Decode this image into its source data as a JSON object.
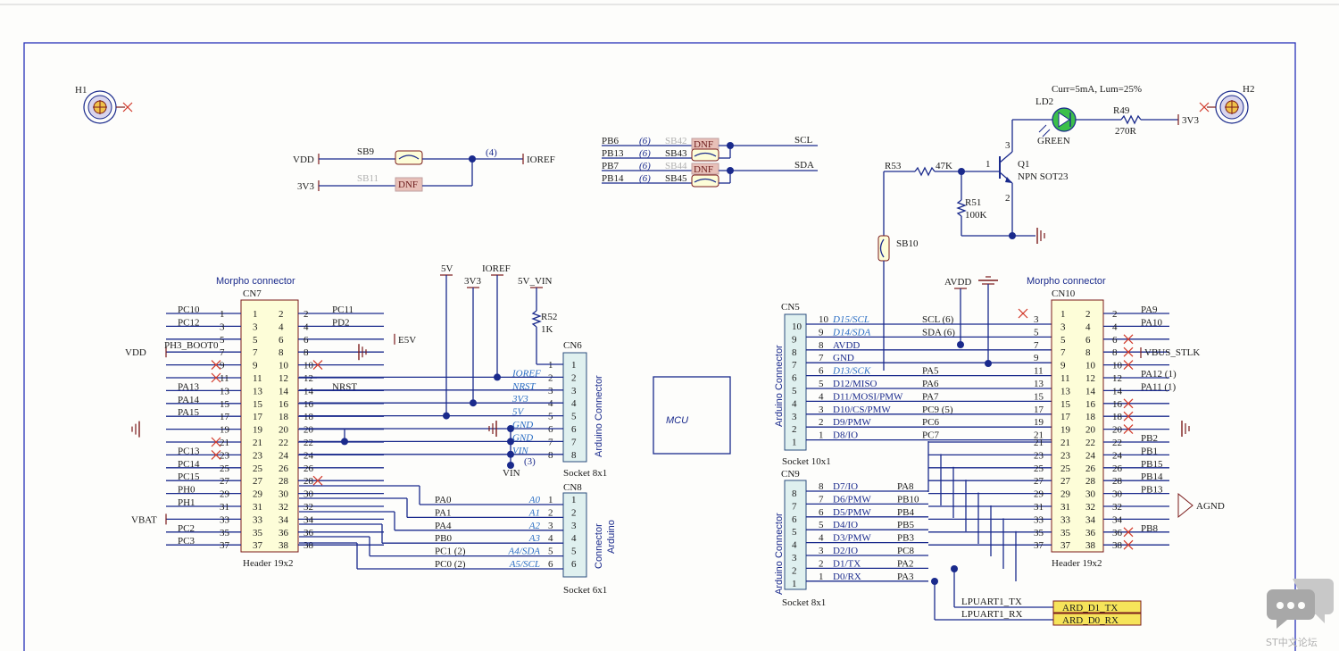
{
  "mounting_holes": {
    "h1": "H1",
    "h2": "H2"
  },
  "power_block": {
    "vdd": "VDD",
    "sb9": "SB9",
    "ref": "(4)",
    "ioref": "IOREF",
    "v3": "3V3",
    "sb11": "SB11",
    "dnf": "DNF"
  },
  "i2c_block": {
    "pb6": "PB6",
    "pb13": "PB13",
    "pb7": "PB7",
    "pb14": "PB14",
    "ref6": "(6)",
    "sb42": "SB42",
    "sb43": "SB43",
    "sb44": "SB44",
    "sb45": "SB45",
    "dnf": "DNF",
    "scl": "SCL",
    "sda": "SDA"
  },
  "led_block": {
    "curr": "Curr=5mA, Lum=25%",
    "ld2": "LD2",
    "green": "GREEN",
    "r49": "R49",
    "r49_val": "270R",
    "v3": "3V3",
    "r53": "R53",
    "r53_val": "47K",
    "pin1": "1",
    "pin2": "2",
    "pin3": "3",
    "q1": "Q1",
    "q1_type": "NPN SOT23",
    "r51": "R51",
    "r51_val": "100K",
    "sb10": "SB10"
  },
  "cn7": {
    "title": "Morpho connector",
    "ref": "CN7",
    "footer": "Header 19x2",
    "left_nets": [
      "PC10",
      "PC12",
      "",
      "VDD",
      "",
      "",
      "PA13",
      "PA14",
      "PA15",
      "",
      "",
      "PC13",
      "PC14",
      "PC15",
      "PH0",
      "PH1",
      "VBAT",
      "PC2",
      "PC3"
    ],
    "right_nets": [
      "PC11",
      "PD2",
      "",
      "E5V",
      "",
      "",
      "NRST",
      "",
      "",
      "",
      "",
      "",
      "",
      "",
      "",
      "",
      "",
      "",
      ""
    ],
    "boot": "PH3_BOOT0"
  },
  "top_power": {
    "v5": "5V",
    "v3": "3V3",
    "ioref": "IOREF",
    "v5_vin": "5V_VIN",
    "r52": "R52",
    "r52_val": "1K"
  },
  "cn6": {
    "ref": "CN6",
    "title": "Arduino Connector",
    "footer": "Socket 8x1",
    "pins": [
      "IOREF",
      "NRST",
      "3V3",
      "5V",
      "GND",
      "GND",
      "VIN"
    ],
    "vin": "VIN",
    "ref3": "(3)"
  },
  "cn8": {
    "ref": "CN8",
    "title1": "Arduino",
    "title2": "Connector",
    "footer": "Socket 6x1",
    "nets": [
      "PA0",
      "PA1",
      "PA4",
      "PB0",
      "PC1 (2)",
      "PC0 (2)"
    ],
    "pins": [
      "A0",
      "A1",
      "A2",
      "A3",
      "A4/SDA",
      "A5/SCL"
    ]
  },
  "mcu": {
    "label": "MCU"
  },
  "cn5": {
    "ref": "CN5",
    "title": "Arduino Connector",
    "footer": "Socket 10x1",
    "pins": [
      "D15/SCL",
      "D14/SDA",
      "AVDD",
      "GND",
      "D13/SCK",
      "D12/MISO",
      "D11/MOSI/PMW",
      "D10/CS/PMW",
      "D9/PMW",
      "D8/IO"
    ],
    "nets": [
      "SCL (6)",
      "SDA (6)",
      "",
      "",
      "PA5",
      "PA6",
      "PA7",
      "PC9 (5)",
      "PC6",
      "PC7"
    ],
    "avdd": "AVDD"
  },
  "cn9": {
    "ref": "CN9",
    "title": "Arduino Connector",
    "footer": "Socket 8x1",
    "pins": [
      "D7/IO",
      "D6/PMW",
      "D5/PMW",
      "D4/IO",
      "D3/PMW",
      "D2/IO",
      "D1/TX",
      "D0/RX"
    ],
    "nets": [
      "PA8",
      "PB10",
      "PB4",
      "PB5",
      "PB3",
      "PC8",
      "PA2",
      "PA3"
    ]
  },
  "cn10": {
    "title": "Morpho connector",
    "ref": "CN10",
    "footer": "Header 19x2",
    "right_nets": [
      "PA9",
      "PA10",
      "",
      "VBUS_STLK",
      "",
      "PA12 (1)",
      "PA11 (1)",
      "",
      "",
      "",
      "PB2",
      "PB1",
      "PB15",
      "PB14",
      "PB13",
      "AGND",
      "",
      "PB8",
      ""
    ]
  },
  "lpuart": {
    "tx": "LPUART1_TX",
    "rx": "LPUART1_RX",
    "ard_tx": "ARD_D1_TX",
    "ard_rx": "ARD_D0_RX"
  },
  "watermark": {
    "caption": "ST中文论坛"
  }
}
